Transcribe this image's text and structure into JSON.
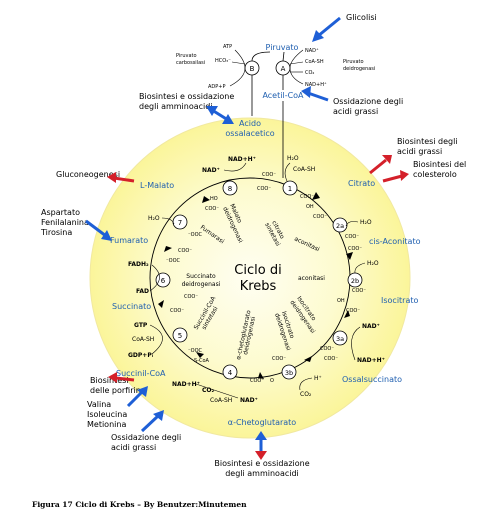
{
  "figure": {
    "caption": "Figura 17 Ciclo di Krebs – By Benutzer:Minutemen"
  },
  "colors": {
    "circle_fill": "#fdf9a8",
    "circle_center": "#fffef2",
    "blue_label": "#1f5fb0",
    "blue_arrow": "#1e5fd6",
    "red_arrow": "#d4202a",
    "black": "#000000"
  },
  "center": {
    "title_line1": "Ciclo di",
    "title_line2": "Krebs"
  },
  "top": {
    "glicolisi": "Glicolisi",
    "piruvato": "Piruvato",
    "acetil_coa": "Acetil-CoA",
    "piruvato_carbossilasi": [
      "Piruvato",
      "carbossilasi"
    ],
    "piruvato_deidrogenasi": [
      "Piruvato",
      "deidrogenasi"
    ],
    "enzyme_b": "B",
    "enzyme_a": "A",
    "atp": "ATP",
    "hco3": "HCO₃⁻",
    "adp_p": "ADP+P",
    "nad_plus": "NAD⁺",
    "coa_sh": "CoA-SH",
    "co2": "CO₂",
    "nadh_h": "NAD+H⁺"
  },
  "metabolites": {
    "acido_ossalacetico": [
      "Acido",
      "ossalacetico"
    ],
    "citrato": "Citrato",
    "cis_aconitato": "cis-Aconitato",
    "isocitrato": "Isocitrato",
    "ossalsuccinato": "Ossalsuccinato",
    "alfa_chetoglutarato": "α-Chetoglutarato",
    "succinil_coa": "Succinil-CoA",
    "succinato": "Succinato",
    "fumarato": "Fumarato",
    "l_malato": "L-Malato"
  },
  "enzymes": {
    "citrato_sintetasi": [
      "citrato",
      "sintetasi"
    ],
    "aconitasi_1": "aconitasi",
    "aconitasi_2": "aconitasi",
    "isocitrato_deidrogenasi_1": [
      "Isocitrato",
      "deidrogenasi"
    ],
    "isocitrato_deidrogenasi_2": [
      "Isocitrato",
      "deidrogenasi"
    ],
    "alfa_chetoglutarato_deidrogenasi": [
      "α-chetoglutarato",
      "deidrogenasi"
    ],
    "succinil_coa_sintetasi": [
      "Succinil-CoA",
      "sintetasi"
    ],
    "succinato_deidrogenasi": [
      "Succinato",
      "deidrogenasi"
    ],
    "fumarasi": "Fumarasi",
    "malato_deidrogenasi": [
      "Malato",
      "deidrogenasi"
    ]
  },
  "steps": [
    "1",
    "2a",
    "2b",
    "3a",
    "3b",
    "4",
    "5",
    "6",
    "7",
    "8"
  ],
  "cofactors": {
    "s1_h2o": "H₂O",
    "s1_coa": "CoA-SH",
    "s2a_h2o": "H₂O",
    "s2b_h2o": "H₂O",
    "s3a_nad": "NAD⁺",
    "s3a_nadh": "NAD+H⁺",
    "s3b_h": "H⁺",
    "s3b_co2": "CO₂",
    "s4_nadh": "NAD+H⁺",
    "s4_co2": "CO₂",
    "s4_coa": "CoA-SH",
    "s4_nad": "NAD⁺",
    "s5_gtp": "GTP",
    "s5_coa": "CoA-SH",
    "s5_gdp": "GDP+Pᵢ",
    "s6_fadh2": "FADH₂",
    "s6_fad": "FAD",
    "s7_h2o": "H₂O",
    "s8_nadh": "NAD+H⁺",
    "s8_nad": "NAD⁺"
  },
  "annotations": {
    "biosintesi_amminoacidi_top": [
      "Biosintesi e ossidazione",
      "degli amminoacidi"
    ],
    "ossidazione_acidi_grassi_top": [
      "Ossidazione degli",
      "acidi grassi"
    ],
    "biosintesi_acidi_grassi": [
      "Biosintesi degli",
      "acidi grassi"
    ],
    "biosintesi_colesterolo": [
      "Biosintesi del",
      "colesterolo"
    ],
    "gluconeogenesi": "Gluconeogenesi",
    "aspartato_group": [
      "Aspartato",
      "Fenilalanina",
      "Tirosina"
    ],
    "biosintesi_porfirine": [
      "Biosintesi",
      "delle porfirine"
    ],
    "valina_group": [
      "Valina",
      "Isoleucina",
      "Metionina"
    ],
    "ossidazione_acidi_grassi_bottom": [
      "Ossidazione degli",
      "acidi grassi"
    ],
    "biosintesi_amminoacidi_bottom": [
      "Biosintesi e ossidazione",
      "degli amminoacidi"
    ]
  },
  "molecule_fragments": {
    "coo_minus": "COO⁻",
    "ooc_minus": "⁻OOC",
    "oh": "OH",
    "s_coa": "S-CoA",
    "o": "O",
    "ho": "HO"
  }
}
